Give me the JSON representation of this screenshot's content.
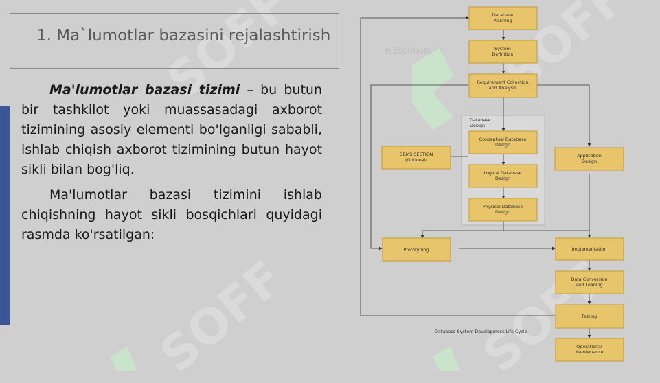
{
  "slide": {
    "title": "1. Ma`lumotlar bazasini rejalashtirish",
    "para1_bold": "Ma'lumotlar bazasi tizimi",
    "para1_rest": " – bu butun bir tashkilot yoki muassasadagi axborot tizimining asosiy elementi bo'lganligi sababli, ishlab chiqish axborot tizimining butun hayot sikli bilan bog'liq.",
    "para2": "Ma'lumotlar bazasi tizimini ishlab chiqishning hayot sikli bosqichlari quyidagi rasmda ko'rsatilgan:"
  },
  "watermark": {
    "brand": "SOFF",
    "site": "w3schools.in"
  },
  "diagram": {
    "caption": "Database System Development Life Cycle",
    "group_label": [
      "Database",
      "Design"
    ],
    "boxes": {
      "planning": [
        "Database",
        "Planning"
      ],
      "definition": [
        "System",
        "Definition"
      ],
      "requirements": [
        "Requirement Collection",
        "and Analysis"
      ],
      "conceptual": [
        "Conceptual Database",
        "Design"
      ],
      "dbms": [
        "DBMS SECTION",
        "(Optional)"
      ],
      "application": [
        "Application",
        "Design"
      ],
      "logical": [
        "Logical Database",
        "Design"
      ],
      "physical": [
        "Physical Database",
        "Design"
      ],
      "prototyping": [
        "Prototyping"
      ],
      "implementation": [
        "Implementation"
      ],
      "conversion": [
        "Data Conversion",
        "and Loading"
      ],
      "testing": [
        "Testing"
      ],
      "maintenance": [
        "Operational",
        "Maintenance"
      ]
    },
    "colors": {
      "box_fill": "#e8c46b",
      "box_stroke": "#c49a33",
      "accent": "#3b5694"
    }
  }
}
